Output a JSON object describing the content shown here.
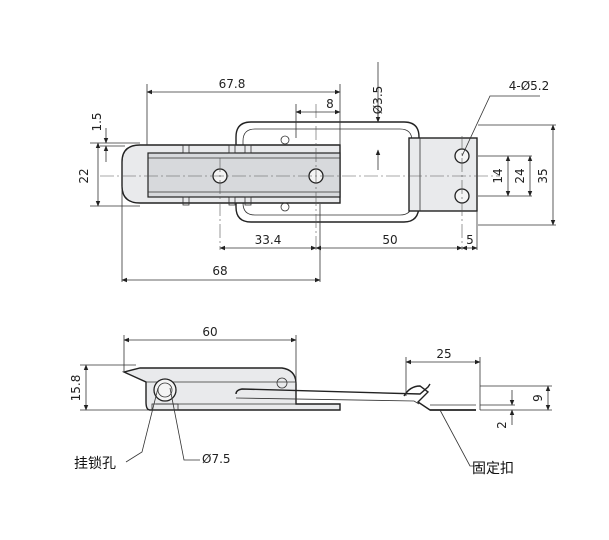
{
  "top_view": {
    "dimensions": {
      "d67_8": "67.8",
      "d8": "8",
      "d3_5": "Ø3.5",
      "d4_5_2": "4-Ø5.2",
      "d1_5": "1.5",
      "d22": "22",
      "d14": "14",
      "d24": "24",
      "d35": "35",
      "d33_4": "33.4",
      "d50": "50",
      "d5": "5",
      "d68": "68"
    }
  },
  "side_view": {
    "dimensions": {
      "d60": "60",
      "d15_8": "15.8",
      "d25": "25",
      "d9": "9",
      "d2": "2",
      "d7_5": "Ø7.5"
    },
    "labels": {
      "padlock_hole": "挂锁孔",
      "fixed_catch": "固定扣"
    }
  }
}
